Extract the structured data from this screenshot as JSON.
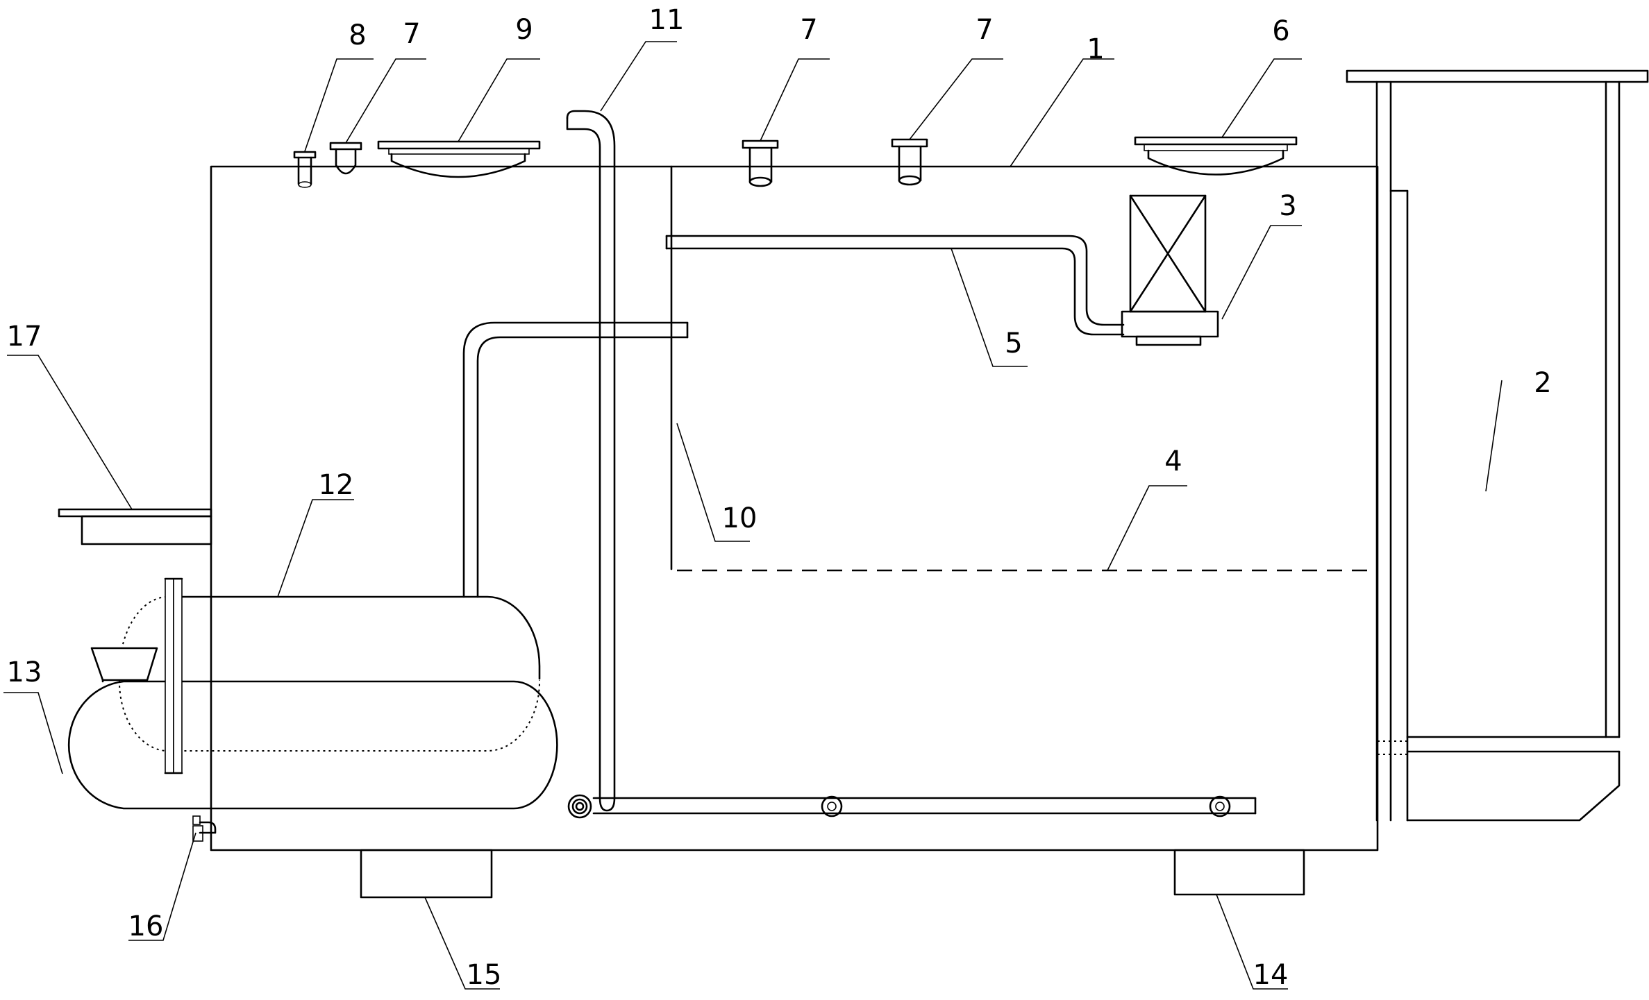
{
  "labels": {
    "l1": "1",
    "l2": "2",
    "l3": "3",
    "l4": "4",
    "l5": "5",
    "l6": "6",
    "l7a": "7",
    "l7b": "7",
    "l7c": "7",
    "l8": "8",
    "l9": "9",
    "l10": "10",
    "l11": "11",
    "l12": "12",
    "l13": "13",
    "l14": "14",
    "l15": "15",
    "l16": "16",
    "l17": "17"
  }
}
